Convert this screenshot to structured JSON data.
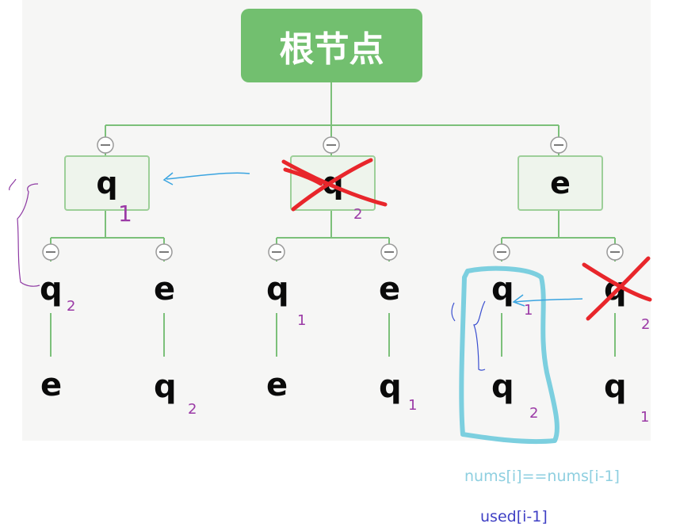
{
  "diagram": {
    "root_label": "根节点",
    "level1": [
      {
        "label": "q",
        "subscript": "1"
      },
      {
        "label": "q",
        "subscript": "2"
      },
      {
        "label": "e"
      }
    ],
    "level2": [
      {
        "label": "q",
        "subscript": "2"
      },
      {
        "label": "e"
      },
      {
        "label": "q",
        "subscript": "1"
      },
      {
        "label": "e"
      },
      {
        "label": "q",
        "subscript": "1"
      },
      {
        "label": "q",
        "subscript": "2"
      }
    ],
    "level3": [
      {
        "label": "e"
      },
      {
        "label": "q",
        "subscript": "2"
      },
      {
        "label": "e"
      },
      {
        "label": "q",
        "subscript": "1"
      },
      {
        "label": "q",
        "subscript": "2"
      },
      {
        "label": "q",
        "subscript": "1"
      }
    ]
  },
  "annotations": {
    "note_1": "nums[i]==nums[i-1]",
    "note_2": "used[i-1]"
  },
  "colors": {
    "node_green": "#72bf6f",
    "line_green": "#7cc07a",
    "subscript_purple": "#9b3aa6",
    "cross_red": "#e8262b",
    "highlight_cyan": "#7ccfdf",
    "arrow_blue": "#3aa4e0",
    "note2_blue": "#3e3fc4"
  }
}
